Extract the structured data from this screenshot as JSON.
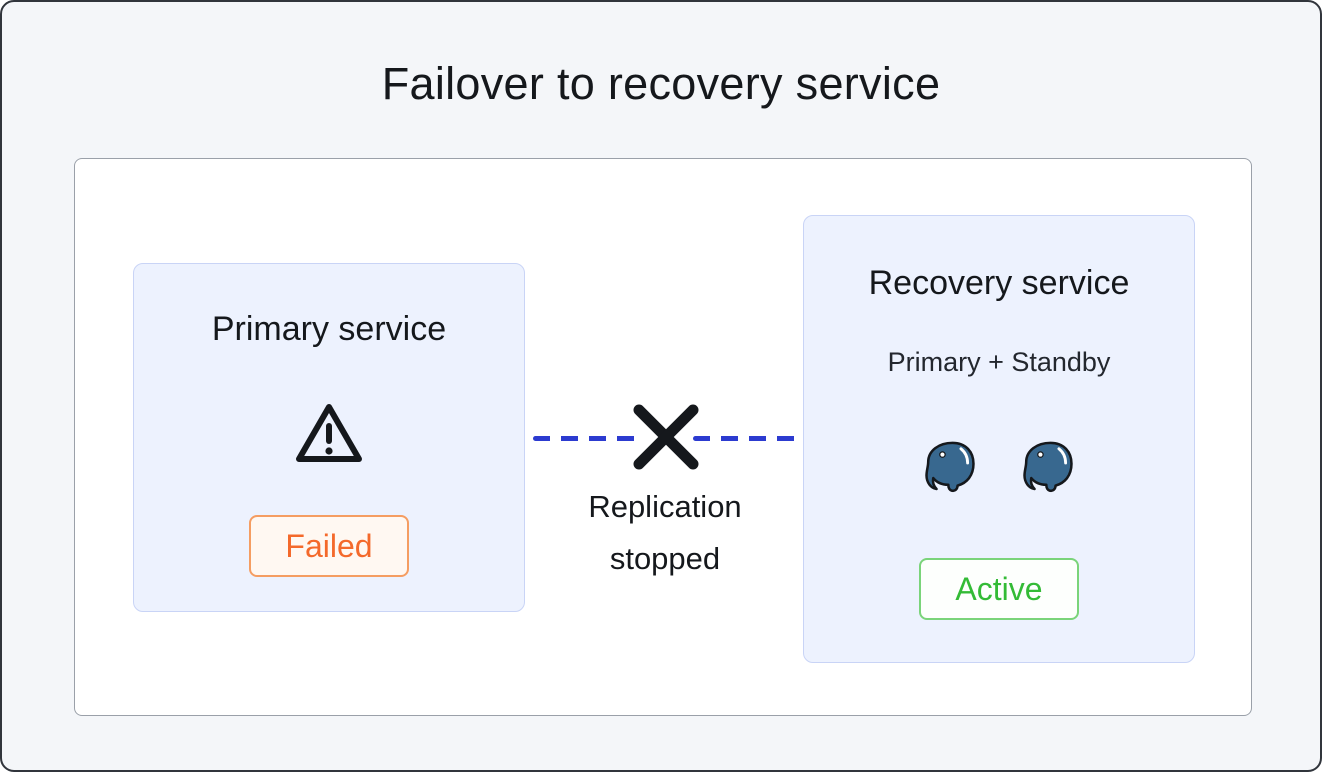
{
  "title": "Failover to recovery service",
  "primary_card": {
    "title": "Primary service",
    "status_label": "Failed",
    "icon": "warning-triangle-icon",
    "status_text_color": "#f4692b",
    "status_border_color": "#f59d62",
    "status_background": "#fff8f2"
  },
  "recovery_card": {
    "title": "Recovery service",
    "subtitle": "Primary + Standby",
    "status_label": "Active",
    "icons": [
      "postgresql-elephant-icon",
      "postgresql-elephant-icon"
    ],
    "status_text_color": "#33bb36",
    "status_border_color": "#7ad47a",
    "status_background": "#fdfffd"
  },
  "connection": {
    "label": "Replication stopped",
    "icon": "x-mark-icon",
    "line_style": "dashed",
    "line_color": "#2c3bd0"
  },
  "colors": {
    "page_background": "#f4f6f9",
    "frame_border": "#31353c",
    "panel_background": "#ffffff",
    "panel_border": "#9aa0a9",
    "card_background": "#edf2fe",
    "card_border": "#c9d4f6",
    "text": "#15181c",
    "postgres_blue": "#38688f"
  }
}
